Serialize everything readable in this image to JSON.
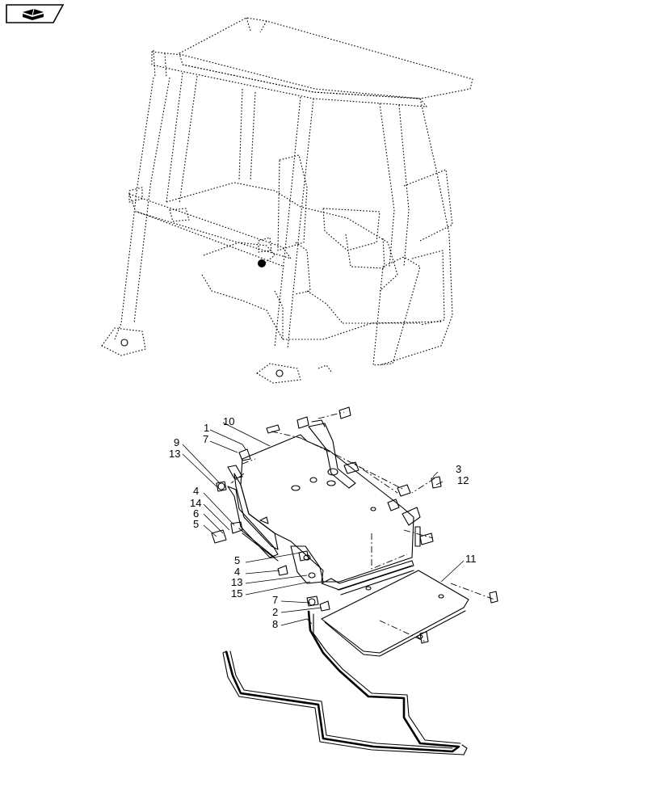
{
  "nav_badge": {
    "icon": "book-arrow-icon",
    "color": "#000000"
  },
  "labels": [
    {
      "id": "1",
      "text": "1"
    },
    {
      "id": "10",
      "text": "10"
    },
    {
      "id": "7a",
      "text": "7"
    },
    {
      "id": "9",
      "text": "9"
    },
    {
      "id": "13a",
      "text": "13"
    },
    {
      "id": "3",
      "text": "3"
    },
    {
      "id": "12",
      "text": "12"
    },
    {
      "id": "4a",
      "text": "4"
    },
    {
      "id": "14",
      "text": "14"
    },
    {
      "id": "6",
      "text": "6"
    },
    {
      "id": "5a",
      "text": "5"
    },
    {
      "id": "11",
      "text": "11"
    },
    {
      "id": "5b",
      "text": "5"
    },
    {
      "id": "4b",
      "text": "4"
    },
    {
      "id": "13b",
      "text": "13"
    },
    {
      "id": "15",
      "text": "15"
    },
    {
      "id": "7b",
      "text": "7"
    },
    {
      "id": "2",
      "text": "2"
    },
    {
      "id": "8",
      "text": "8"
    }
  ]
}
